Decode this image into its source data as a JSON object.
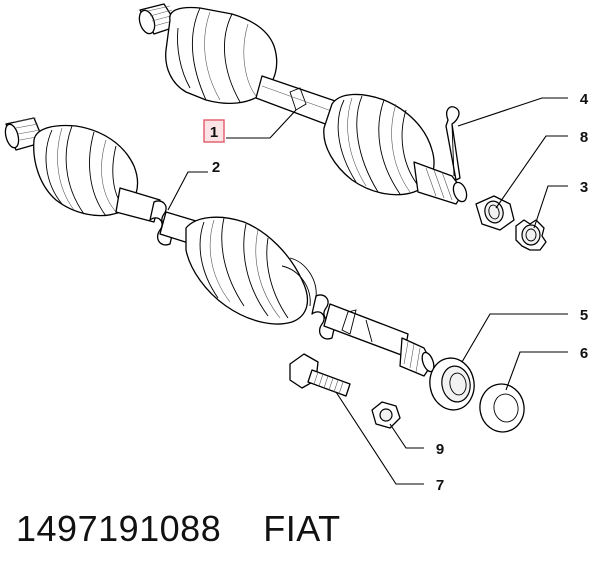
{
  "callouts": {
    "c1": "1",
    "c2": "2",
    "c3": "3",
    "c4": "4",
    "c5": "5",
    "c6": "6",
    "c7": "7",
    "c8": "8",
    "c9": "9"
  },
  "footer": {
    "part_number": "1497191088",
    "brand": "FIAT"
  },
  "colors": {
    "line": "#000000",
    "highlight_box": "#e05a6a",
    "highlight_fill": "#fbe3e6",
    "text": "#111111"
  }
}
